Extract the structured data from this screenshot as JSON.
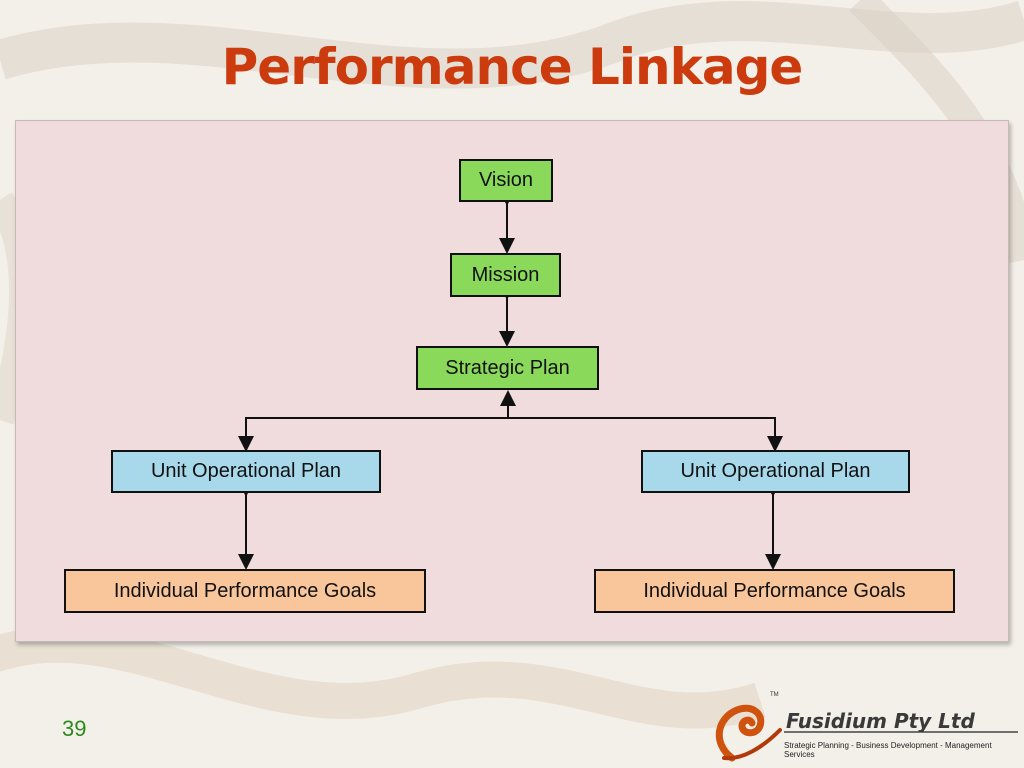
{
  "slide": {
    "title": "Performance Linkage",
    "number": "39"
  },
  "diagram": {
    "vision": "Vision",
    "mission": "Mission",
    "strategic_plan": "Strategic Plan",
    "unit_left": "Unit Operational Plan",
    "unit_right": "Unit Operational Plan",
    "goals_left": "Individual Performance Goals",
    "goals_right": "Individual Performance Goals"
  },
  "logo": {
    "name": "Fusidium Pty Ltd",
    "tagline": "Strategic Planning - Business Development - Management Services",
    "trademark": "TM"
  },
  "colors": {
    "title": "#cc3b0e",
    "panel": "#f1dcdd",
    "top_boxes": "#8ad95a",
    "unit_boxes": "#a8d9ea",
    "goal_boxes": "#f9c59a",
    "slide_number": "#2d8a1f"
  }
}
